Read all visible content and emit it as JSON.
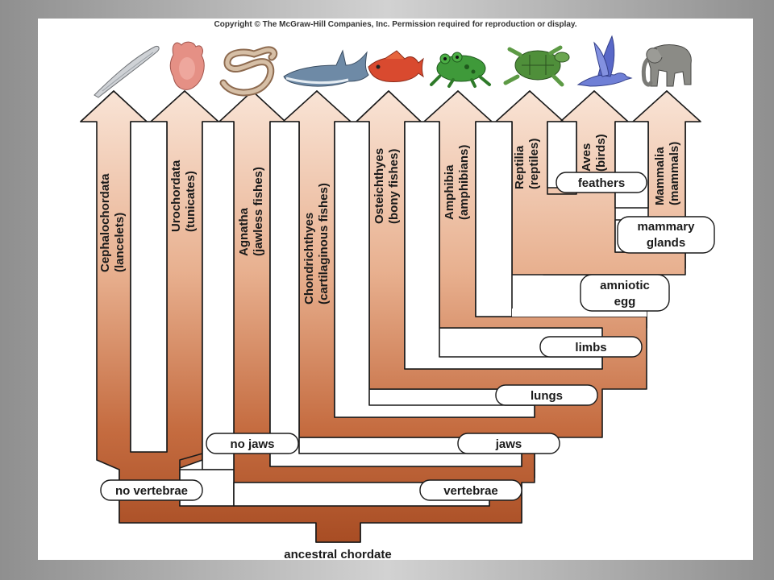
{
  "copyright": "Copyright © The McGraw-Hill Companies, Inc. Permission required for reproduction or display.",
  "root_label": "ancestral chordate",
  "groups": [
    {
      "name": "Cephalochordata",
      "common": "(lancelets)",
      "icon": "lancelet-icon"
    },
    {
      "name": "Urochordata",
      "common": "(tunicates)",
      "icon": "tunicate-icon"
    },
    {
      "name": "Agnatha",
      "common": "(jawless fishes)",
      "icon": "lamprey-icon"
    },
    {
      "name": "Chondrichthyes",
      "common": "(cartilaginous fishes)",
      "icon": "shark-icon"
    },
    {
      "name": "Osteichthyes",
      "common": "(bony fishes)",
      "icon": "bony-fish-icon"
    },
    {
      "name": "Amphibia",
      "common": "(amphibians)",
      "icon": "frog-icon"
    },
    {
      "name": "Reptilia",
      "common": "(reptiles)",
      "icon": "turtle-icon"
    },
    {
      "name": "Aves",
      "common": "(birds)",
      "icon": "bird-icon"
    },
    {
      "name": "Mammalia",
      "common": "(mammals)",
      "icon": "elephant-icon"
    }
  ],
  "traits": {
    "no_vertebrae": "no vertebrae",
    "vertebrae": "vertebrae",
    "no_jaws": "no jaws",
    "jaws": "jaws",
    "lungs": "lungs",
    "limbs": "limbs",
    "amniotic_egg_1": "amniotic",
    "amniotic_egg_2": "egg",
    "mammary_glands_1": "mammary",
    "mammary_glands_2": "glands",
    "feathers": "feathers"
  },
  "colors": {
    "branch_top": "#f7dccb",
    "branch_bottom": "#b5582e",
    "outline": "#1a1a1a"
  }
}
